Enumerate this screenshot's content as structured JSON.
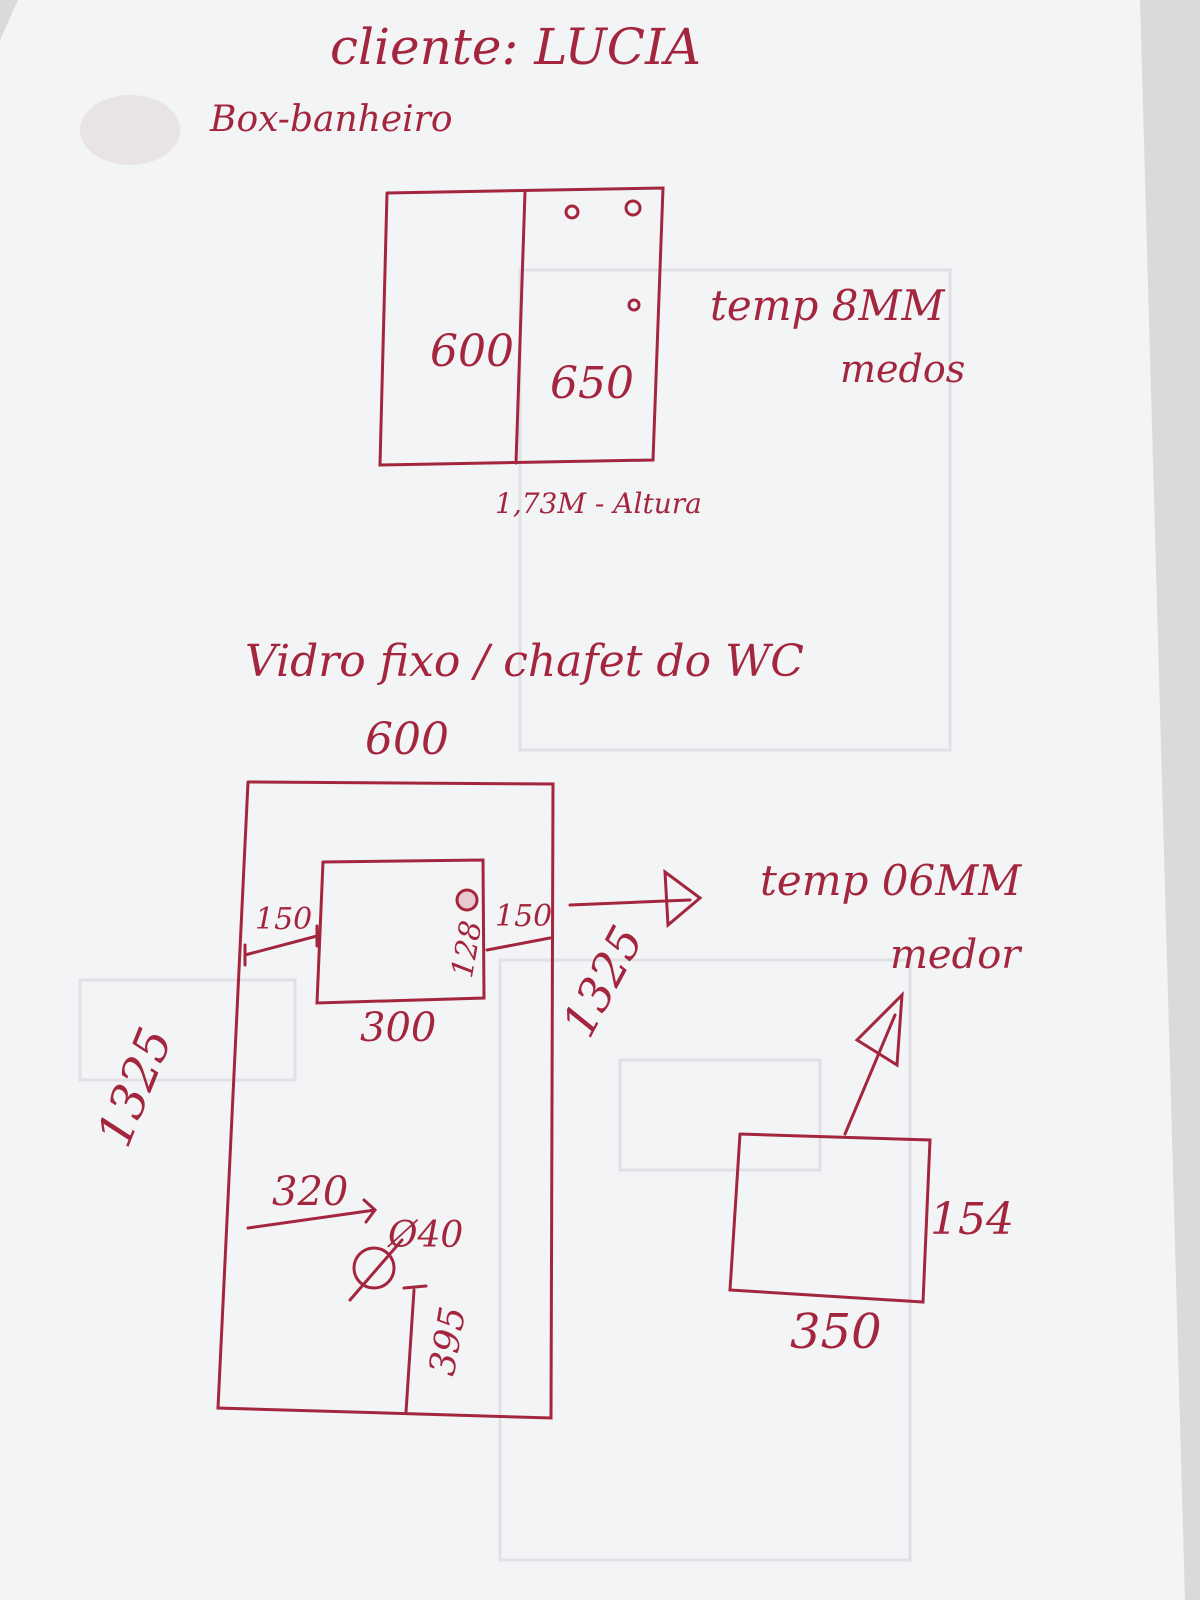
{
  "header": {
    "client_line": "cliente: LUCIA",
    "subtitle": "Box-banheiro"
  },
  "box_diagram": {
    "left_panel_width": "600",
    "right_panel_width": "650",
    "height_note": "1,73M - Altura",
    "spec_line1": "temp 8MM",
    "spec_line2": "medos"
  },
  "wc_diagram": {
    "title": "Vidro fixo / chafet do WC",
    "top_width": "600",
    "left_height": "1325",
    "right_height": "1325",
    "cut_left_margin": "150",
    "cut_right_margin": "150",
    "cut_height": "128",
    "cut_width": "300",
    "hole_offset": "320",
    "hole_diameter": "Ø40",
    "hole_height": "395"
  },
  "detail": {
    "spec_line1": "temp 06MM",
    "spec_line2": "medor",
    "height": "154",
    "width": "350"
  },
  "colors": {
    "ink": "#a3263e",
    "paper": "#f3f4f6",
    "background": "#d9dadc",
    "indent": "#e2e3e6"
  }
}
